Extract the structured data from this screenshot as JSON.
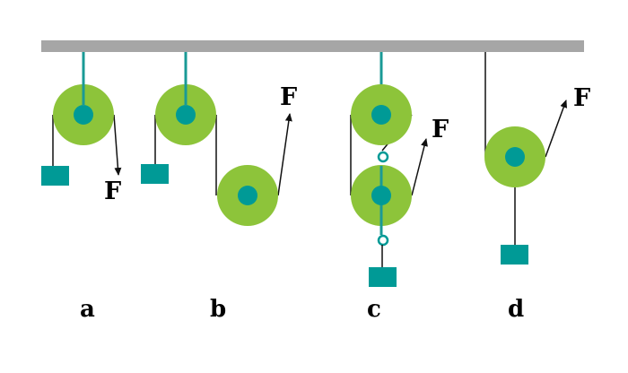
{
  "colors": {
    "ceiling": "#a6a6a6",
    "pulley_outer": "#8dc43a",
    "pulley_hub": "#009a96",
    "rod": "#1a9a96",
    "weight": "#009a96",
    "rope": "#111111",
    "text": "#000000"
  },
  "force_label": "F",
  "cases": [
    {
      "id": "a",
      "label": "a",
      "force": "F"
    },
    {
      "id": "b",
      "label": "b",
      "force": "F"
    },
    {
      "id": "c",
      "label": "c",
      "force": "F"
    },
    {
      "id": "d",
      "label": "d",
      "force": "F"
    }
  ]
}
